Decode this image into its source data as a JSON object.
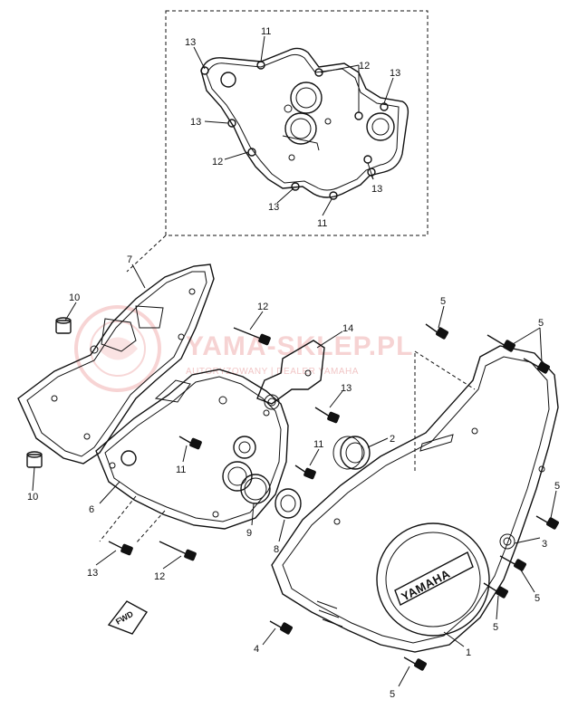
{
  "watermark": {
    "brand": "YAMA-SKLEP.PL",
    "subtitle": "AUTORYZOWANY | DEALER YAMAHA"
  },
  "cover_logo": "YAMAHA",
  "fwd_label": "FWD",
  "callouts": [
    {
      "id": "inset-13-a",
      "label": "13"
    },
    {
      "id": "inset-11-a",
      "label": "11"
    },
    {
      "id": "inset-12-a",
      "label": "12"
    },
    {
      "id": "inset-13-b",
      "label": "13"
    },
    {
      "id": "inset-13-c",
      "label": "13"
    },
    {
      "id": "inset-12-b",
      "label": "12"
    },
    {
      "id": "inset-13-d",
      "label": "13"
    },
    {
      "id": "inset-13-e",
      "label": "13"
    },
    {
      "id": "inset-11-b",
      "label": "11"
    },
    {
      "id": "gasket-7",
      "label": "7"
    },
    {
      "id": "dowel-10-a",
      "label": "10"
    },
    {
      "id": "dowel-10-b",
      "label": "10"
    },
    {
      "id": "bolt-12-a",
      "label": "12"
    },
    {
      "id": "bracket-14",
      "label": "14"
    },
    {
      "id": "bolt-13-a",
      "label": "13"
    },
    {
      "id": "bolt-11-a",
      "label": "11"
    },
    {
      "id": "bearing-2",
      "label": "2"
    },
    {
      "id": "bolt-11-b",
      "label": "11"
    },
    {
      "id": "cover-6",
      "label": "6"
    },
    {
      "id": "oring-9",
      "label": "9"
    },
    {
      "id": "seal-8",
      "label": "8"
    },
    {
      "id": "bolt-13-b",
      "label": "13"
    },
    {
      "id": "bolt-12-b",
      "label": "12"
    },
    {
      "id": "screw-5-a",
      "label": "5"
    },
    {
      "id": "screw-5-b",
      "label": "5"
    },
    {
      "id": "screw-5-c",
      "label": "5"
    },
    {
      "id": "plug-3",
      "label": "3"
    },
    {
      "id": "screw-5-d",
      "label": "5"
    },
    {
      "id": "screw-5-e",
      "label": "5"
    },
    {
      "id": "bolt-4",
      "label": "4"
    },
    {
      "id": "cover-1",
      "label": "1"
    },
    {
      "id": "screw-5-f",
      "label": "5"
    }
  ]
}
